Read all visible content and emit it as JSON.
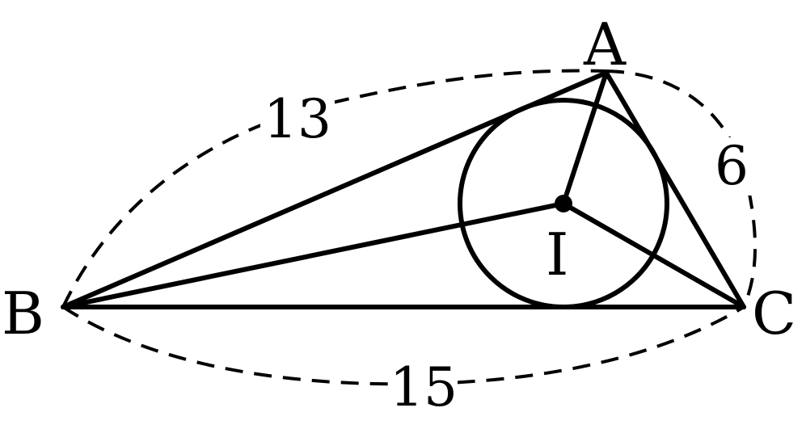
{
  "vertices": {
    "A": "A",
    "B": "B",
    "C": "C",
    "I": "I"
  },
  "lengths": {
    "AB": "13",
    "AC": "6",
    "BC": "15"
  }
}
